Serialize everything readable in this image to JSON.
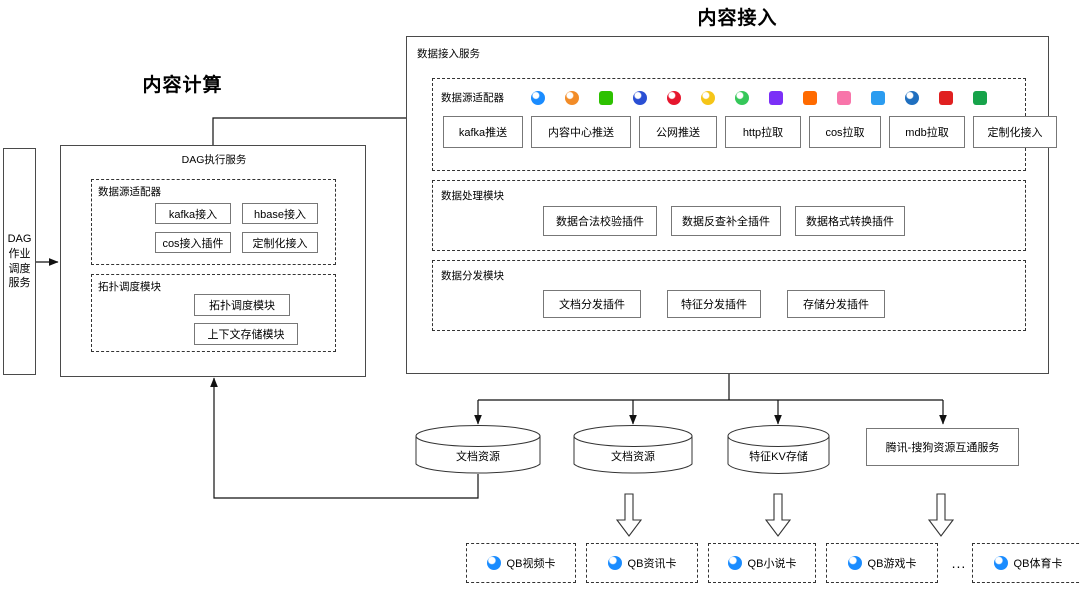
{
  "titles": {
    "left": "内容计算",
    "right": "内容接入"
  },
  "left_panel": {
    "scheduler_box": {
      "label": "DAG\n作业\n调度\n服务",
      "lines": [
        "DAG",
        "作业",
        "调度",
        "服务"
      ]
    },
    "dag_service": {
      "title": "DAG执行服务",
      "groups": [
        {
          "label": "数据源适配器",
          "items": [
            "kafka接入",
            "hbase接入",
            "cos接入插件",
            "定制化接入"
          ]
        },
        {
          "label": "拓扑调度模块",
          "items": [
            "拓扑调度模块",
            "上下文存储模块"
          ]
        }
      ]
    }
  },
  "right_panel": {
    "title": "数据接入服务",
    "adapter_group": {
      "label": "数据源适配器",
      "icons": [
        {
          "name": "qq-browser-icon",
          "color": "#1a8cff"
        },
        {
          "name": "sogou-icon",
          "color": "#f28c28"
        },
        {
          "name": "wechat-icon",
          "color": "#2dc100"
        },
        {
          "name": "dongchedi-icon",
          "color": "#2a4fd4"
        },
        {
          "name": "weibo-icon",
          "color": "#e6162d"
        },
        {
          "name": "kuaishou-icon",
          "color": "#f5c518"
        },
        {
          "name": "wesee-icon",
          "color": "#35c759"
        },
        {
          "name": "video-edit-icon",
          "color": "#7b2ff7"
        },
        {
          "name": "qq-kandian-icon",
          "color": "#ff6a00"
        },
        {
          "name": "pink-app-icon",
          "color": "#f875aa"
        },
        {
          "name": "tencent-doc-icon",
          "color": "#2b9cf0"
        },
        {
          "name": "user-avatar-icon",
          "color": "#1f6fbf"
        },
        {
          "name": "red-app-icon",
          "color": "#e02020"
        },
        {
          "name": "green-app-icon",
          "color": "#16a34a"
        }
      ],
      "items": [
        "kafka推送",
        "内容中心推送",
        "公网推送",
        "http拉取",
        "cos拉取",
        "mdb拉取",
        "定制化接入"
      ]
    },
    "process_group": {
      "label": "数据处理模块",
      "items": [
        "数据合法校验插件",
        "数据反查补全插件",
        "数据格式转换插件"
      ]
    },
    "distribute_group": {
      "label": "数据分发模块",
      "items": [
        "文档分发插件",
        "特征分发插件",
        "存储分发插件"
      ]
    }
  },
  "storage": {
    "cylinders": [
      "文档资源",
      "文档资源",
      "特征KV存储"
    ],
    "service_box": "腾讯-搜狗资源互通服务"
  },
  "cards": {
    "items": [
      "QB视频卡",
      "QB资讯卡",
      "QB小说卡",
      "QB游戏卡",
      "QB体育卡"
    ],
    "ellipsis": "...",
    "icon": {
      "name": "qq-browser-icon",
      "color": "#1a8cff"
    }
  }
}
